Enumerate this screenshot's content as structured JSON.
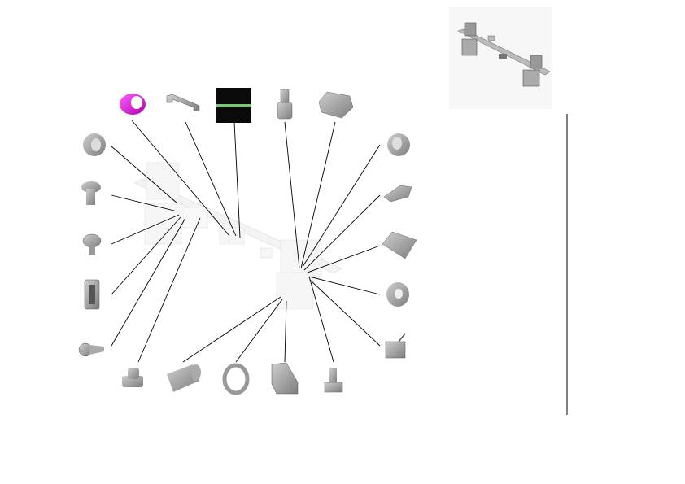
{
  "colors": {
    "highlight_part": "#e020e0",
    "part_gray": "#9a9a9a",
    "preview_block": "#0a0a0a",
    "preview_stripe": "#7cc47a",
    "leader_line": "#000000"
  },
  "parts": {
    "top": [
      "ring-highlighted",
      "handle-bracket",
      "profile-preview",
      "stepped-pin",
      "slot-nut"
    ],
    "left": [
      "flanged-bushing",
      "mushroom-button",
      "screw-with-washer",
      "clip",
      "pan-head-screw"
    ],
    "bottom": [
      "shoulder-stud",
      "tube-spacer",
      "o-ring",
      "mounting-bracket",
      "hex-bolt"
    ],
    "right": [
      "flanged-bushing",
      "eccentric-cam",
      "wedge-block",
      "flat-washer",
      "micro-switch"
    ]
  }
}
